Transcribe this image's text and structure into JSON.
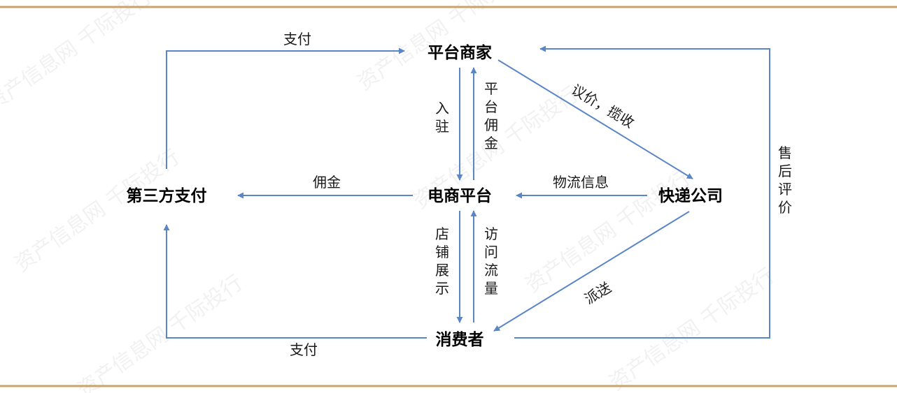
{
  "nodes": {
    "platform_merchant": "平台商家",
    "third_party_payment": "第三方支付",
    "ecommerce_platform": "电商平台",
    "express_company": "快递公司",
    "consumer": "消费者"
  },
  "edges": {
    "pay_top": "支付",
    "settle_in": "入驻",
    "platform_commission": "平台佣金",
    "negotiate_pickup": "议价，揽收",
    "commission": "佣金",
    "logistics_info": "物流信息",
    "after_sale_review": "售后评价",
    "store_display": "店铺展示",
    "visit_traffic": "访问流量",
    "delivery": "派送",
    "pay_bottom": "支付"
  },
  "watermark": "资产信息网 千际投行",
  "colors": {
    "arrow": "#5b86c5",
    "rule": "#c9a46a",
    "text": "#000000"
  }
}
